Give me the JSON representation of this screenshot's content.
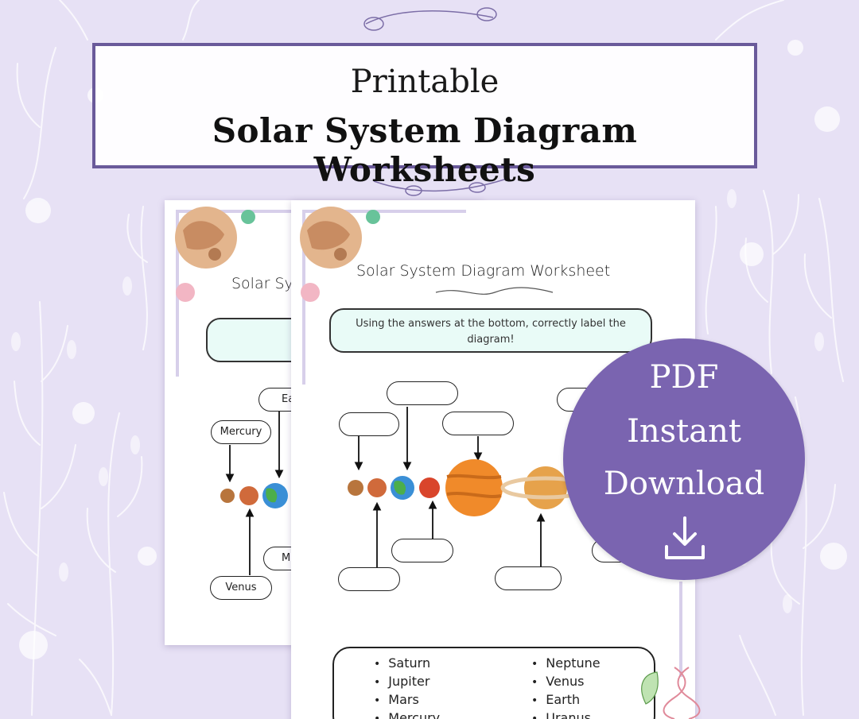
{
  "banner": {
    "line1": "Printable",
    "line2": "Solar System Diagram Worksheets"
  },
  "front_sheet": {
    "title": "Solar System Diagram Worksheet",
    "instructions": "Using the answers at the bottom, correctly label the diagram!",
    "answers_col1": [
      "Saturn",
      "Jupiter",
      "Mars",
      "Mercury"
    ],
    "answers_col2": [
      "Neptune",
      "Venus",
      "Earth",
      "Uranus"
    ]
  },
  "back_sheet": {
    "title_partial": "Solar Sy",
    "label_mercury": "Mercury",
    "label_venus": "Venus",
    "label_earth_partial": "Ea",
    "label_mars_partial": "M"
  },
  "badge": {
    "line1": "PDF",
    "line2": "Instant",
    "line3": "Download",
    "icon": "download-icon",
    "color": "#7a64b0"
  },
  "colors": {
    "background": "#e7e1f5",
    "frame": "#6a5a9a",
    "instructions_fill": "#e9fbf7"
  }
}
